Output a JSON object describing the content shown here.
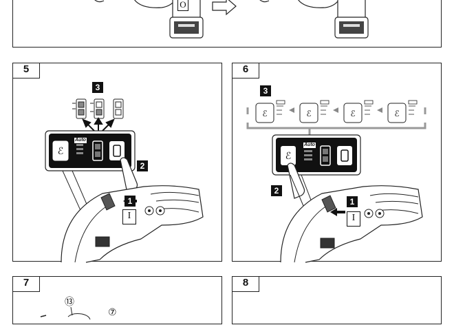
{
  "figures": {
    "top": {
      "switch_label": "O"
    },
    "fig5": {
      "number": "5",
      "callout_3": "3",
      "callout_2": "2",
      "callout_1": "1",
      "switch_label": "I",
      "auto_label": "Auto"
    },
    "fig6": {
      "number": "6",
      "callout_3": "3",
      "callout_2": "2",
      "callout_1": "1",
      "switch_label": "I",
      "auto_label": "Auto"
    },
    "fig7": {
      "number": "7",
      "ref_a": "⑬",
      "ref_b": "⑦"
    },
    "fig8": {
      "number": "8"
    }
  }
}
